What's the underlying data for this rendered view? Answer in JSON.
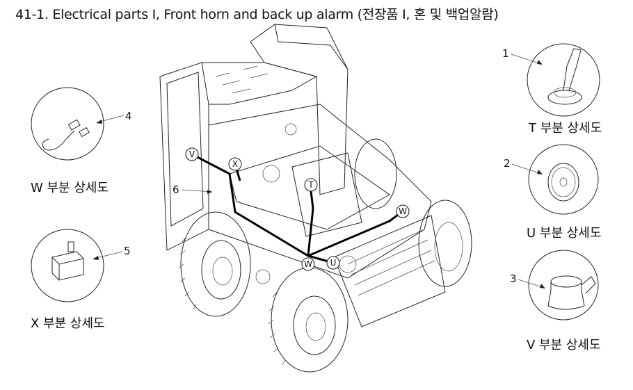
{
  "title": "41-1. Electrical parts I, Front horn and back up alarm (전장품 I, 혼 및 백업알람)",
  "details": [
    {
      "id": "W",
      "part_number": "4",
      "caption": "W 부분 상세도"
    },
    {
      "id": "X",
      "part_number": "5",
      "caption": "X 부분 상세도"
    },
    {
      "id": "T",
      "part_number": "1",
      "caption": "T 부분 상세도"
    },
    {
      "id": "U",
      "part_number": "2",
      "caption": "U 부분 상세도"
    },
    {
      "id": "V",
      "part_number": "3",
      "caption": "V 부분 상세도"
    }
  ],
  "callouts": {
    "V": "V",
    "X": "X",
    "T": "T",
    "W": "W",
    "U": "U",
    "part6": "6"
  }
}
